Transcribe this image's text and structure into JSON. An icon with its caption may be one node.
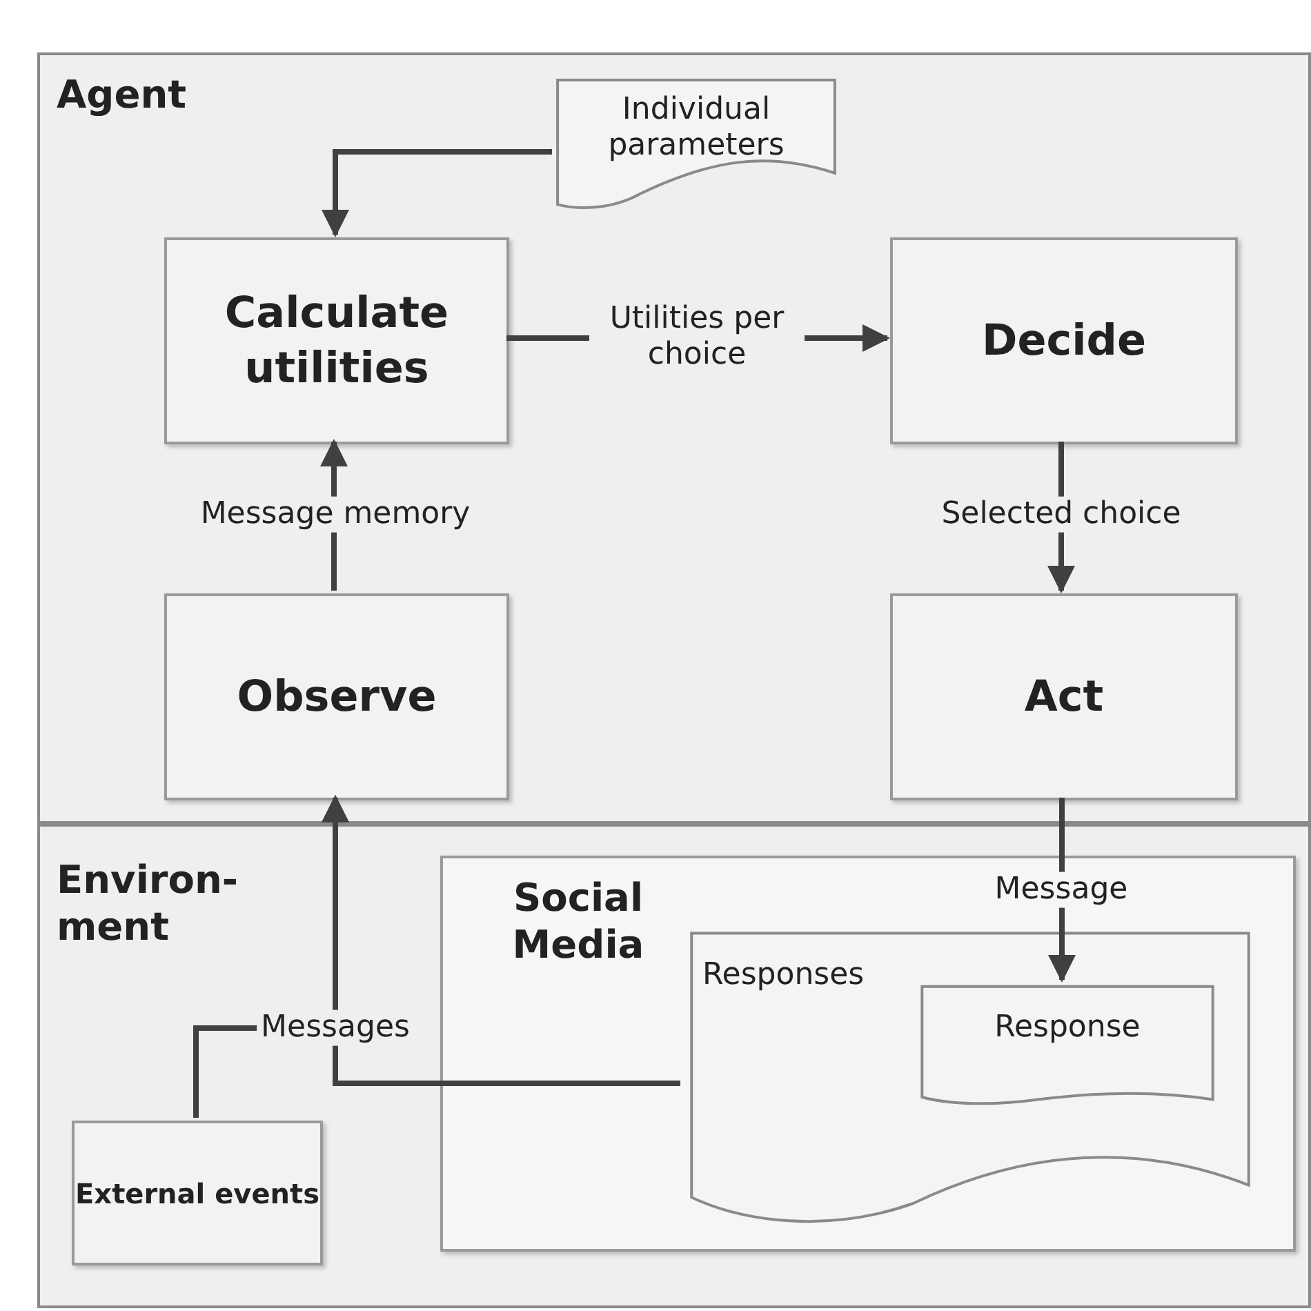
{
  "diagram": {
    "nodes": [
      {
        "text": [
          "Agent"
        ]
      },
      {
        "text": [
          "Individual parameters"
        ],
        "in": 0
      },
      {
        "text": [
          "Calculate utilities"
        ],
        "in": 0
      },
      {
        "text": [
          "Decide"
        ],
        "in": 0
      },
      {
        "text": [
          "Observe"
        ],
        "in": 0
      },
      {
        "text": [
          "Act"
        ],
        "in": 0
      },
      {
        "text": [
          "Environ- ment"
        ]
      },
      {
        "text": [
          "Social Media"
        ],
        "in": 6
      },
      {
        "text": [
          "Responses"
        ],
        "in": 7
      },
      {
        "text": [
          "Response"
        ],
        "in": 8
      },
      {
        "text": [
          "External events"
        ],
        "in": 6
      }
    ],
    "edges": [
      {
        "from": 1,
        "to": 2,
        "arrow": "to"
      },
      {
        "from": 2,
        "to": 3,
        "arrow": "to",
        "label": "Utilities per choice"
      },
      {
        "from": 4,
        "to": 2,
        "arrow": "to",
        "label": "Message memory"
      },
      {
        "from": 3,
        "to": 5,
        "arrow": "to",
        "label": "Selected choice"
      },
      {
        "from": 5,
        "to": 9,
        "arrow": "to",
        "label": "Message"
      },
      {
        "from": 8,
        "to": 4,
        "arrow": "to",
        "label": "Messages"
      },
      {
        "from": 10,
        "to": 4,
        "arrow": "to"
      }
    ]
  }
}
